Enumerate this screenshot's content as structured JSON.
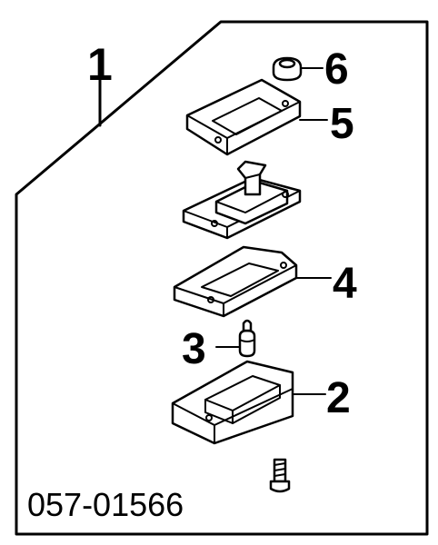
{
  "diagram": {
    "part_number": "057-01566",
    "callouts": {
      "c1": "1",
      "c2": "2",
      "c3": "3",
      "c4": "4",
      "c5": "5",
      "c6": "6"
    }
  }
}
